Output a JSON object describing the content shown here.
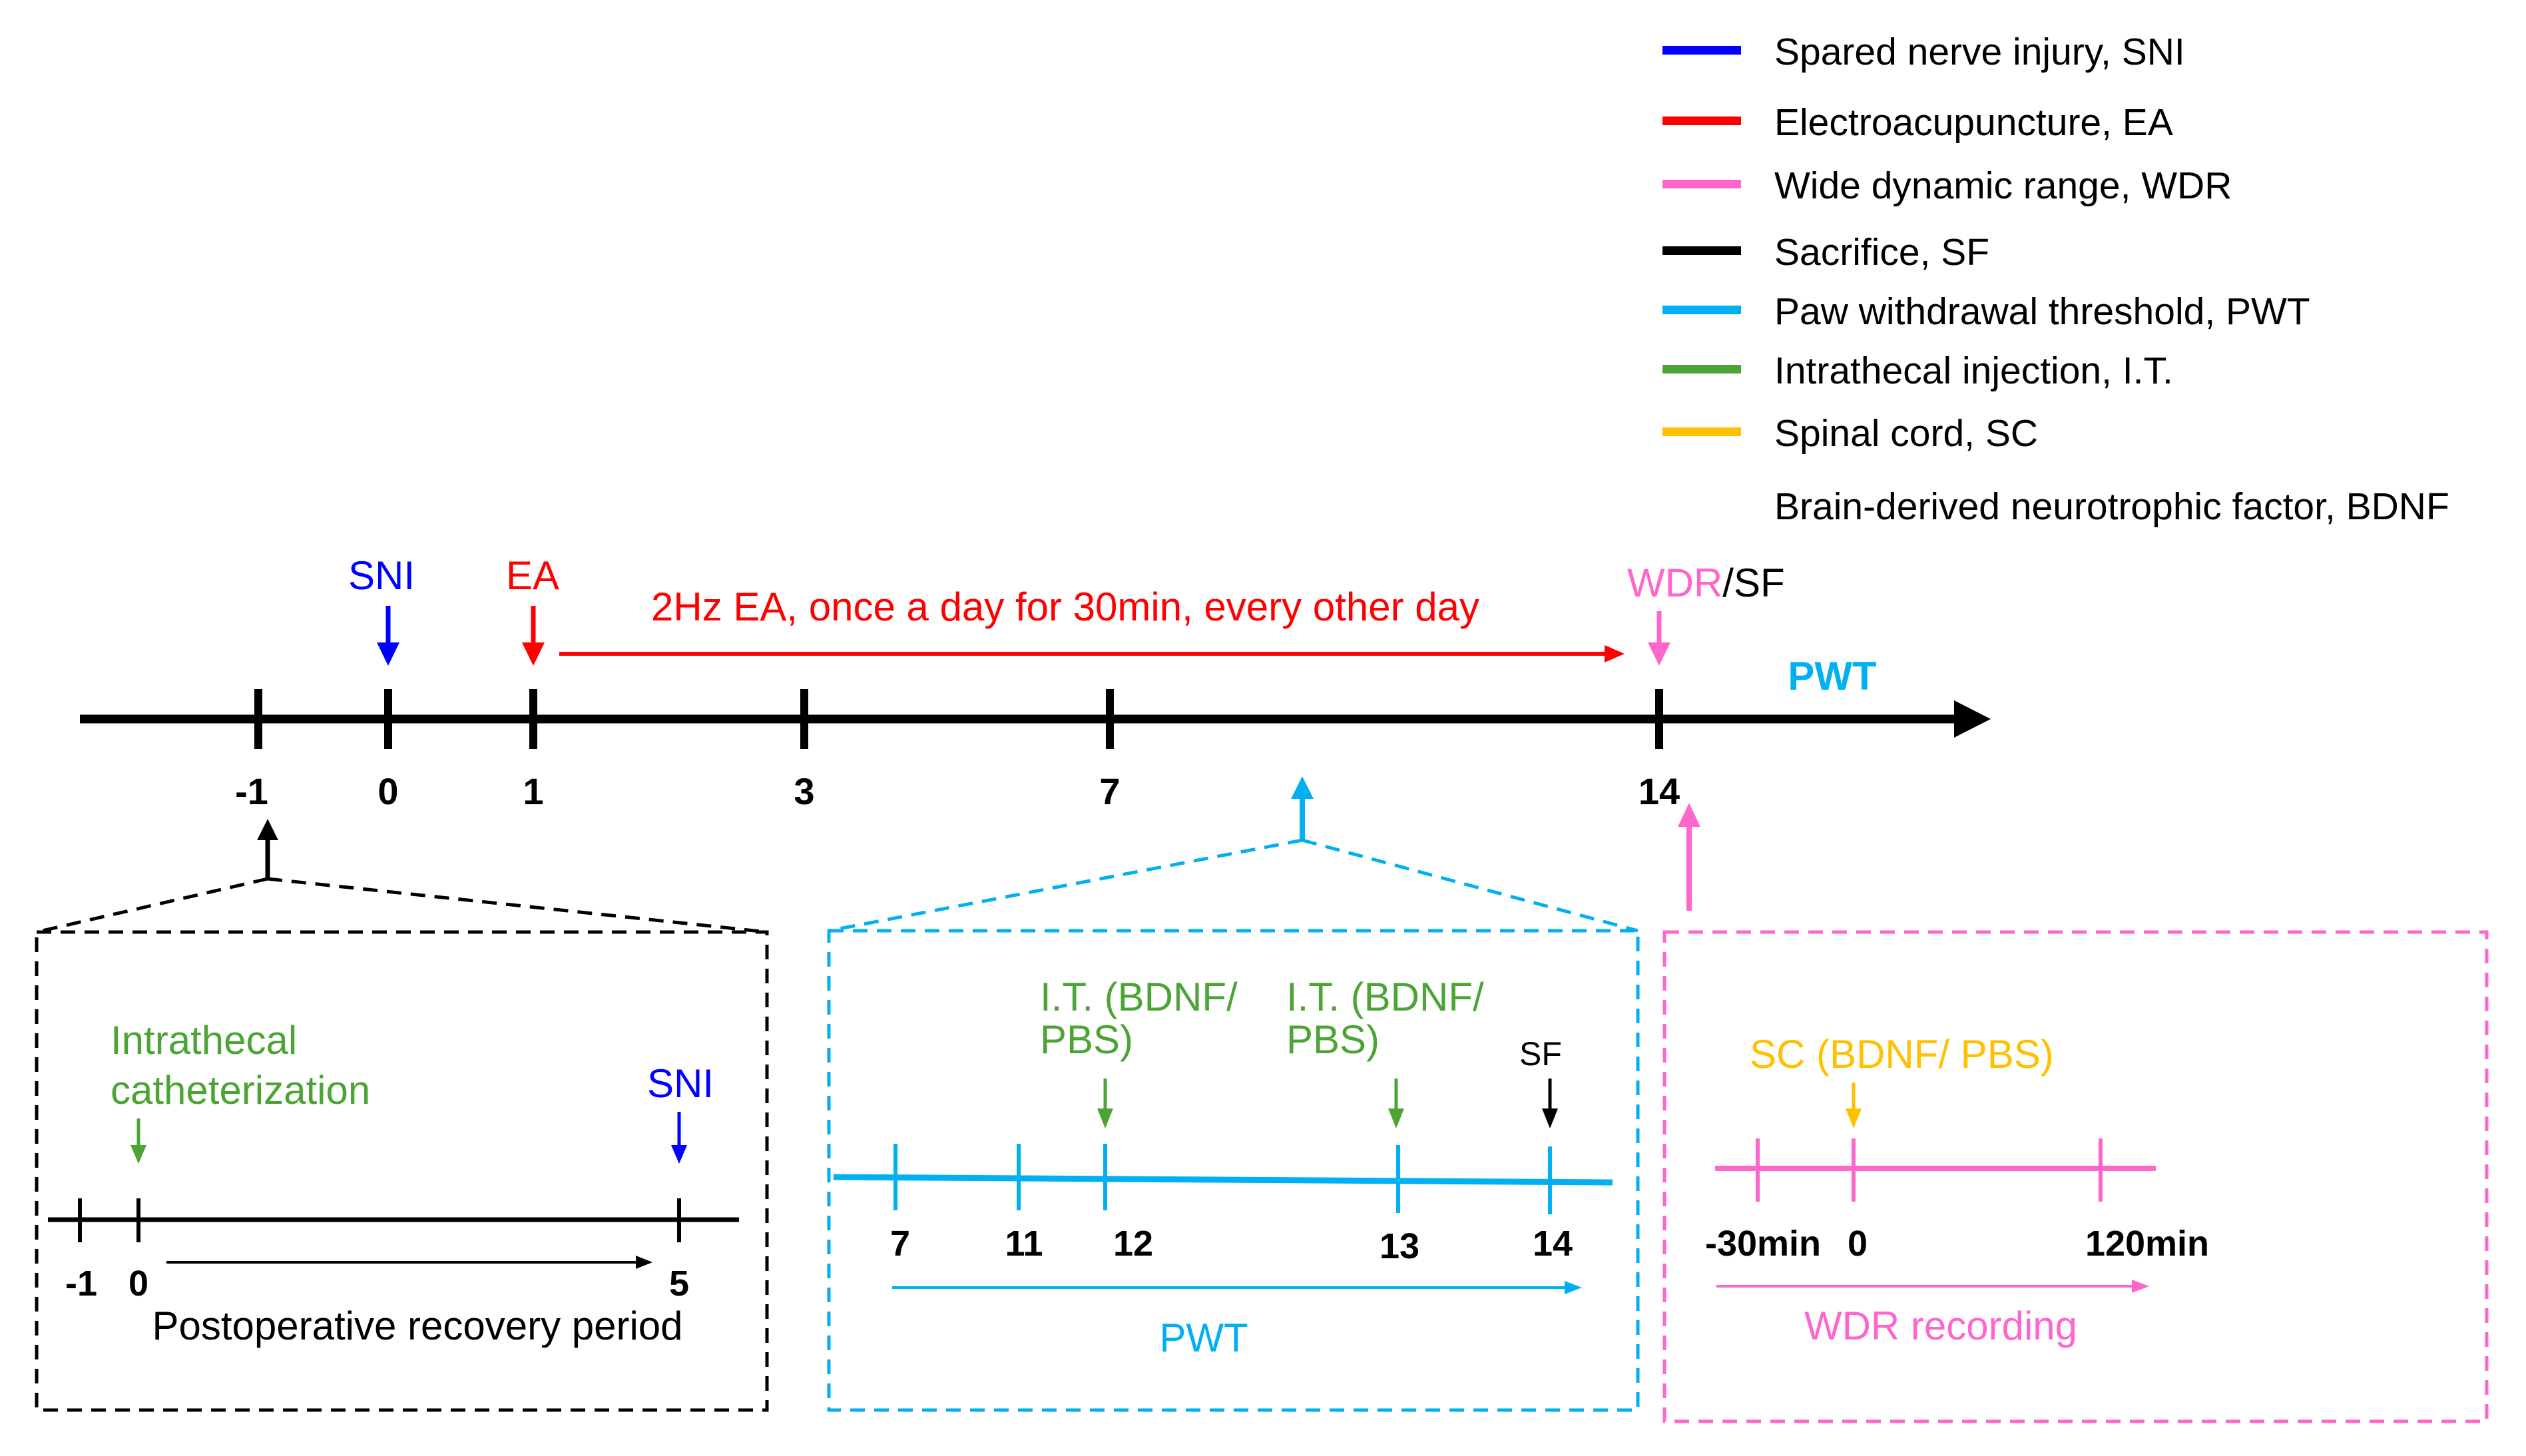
{
  "colors": {
    "blue": "#0000ff",
    "red": "#ff0000",
    "pink": "#ff66cc",
    "black": "#000000",
    "cyan": "#00b0f0",
    "green": "#4ca435",
    "orange": "#ffc000"
  },
  "legend": [
    {
      "color": "#0000ff",
      "text": "Spared nerve injury, SNI"
    },
    {
      "color": "#ff0000",
      "text": "Electroacupuncture, EA"
    },
    {
      "color": "#ff66cc",
      "text": "Wide dynamic range, WDR"
    },
    {
      "color": "#000000",
      "text": "Sacrifice, SF"
    },
    {
      "color": "#00b0f0",
      "text": "Paw withdrawal threshold, PWT"
    },
    {
      "color": "#4ca435",
      "text": "Intrathecal injection, I.T."
    },
    {
      "color": "#ffc000",
      "text": "Spinal cord, SC"
    },
    {
      "color": null,
      "text": "Brain-derived neurotrophic factor, BDNF"
    }
  ],
  "main_timeline": {
    "ticks": [
      "-1",
      "0",
      "1",
      "3",
      "7",
      "14"
    ],
    "sni_label": "SNI",
    "ea_label": "EA",
    "ea_schedule": "2Hz EA, once a day for 30min, every other day",
    "wdr_label": "WDR",
    "slash": "/",
    "sf_label": "SF",
    "pwt_label": "PWT"
  },
  "box_recovery": {
    "catheter_line1": "Intrathecal",
    "catheter_line2": "catheterization",
    "sni_label": "SNI",
    "ticks": [
      "-1",
      "0",
      "5"
    ],
    "caption": "Postoperative recovery period"
  },
  "box_pwt": {
    "it1_line1": "I.T. (BDNF/",
    "it1_line2": "PBS)",
    "it2_line1": "I.T. (BDNF/",
    "it2_line2": "PBS)",
    "sf_label": "SF",
    "ticks": [
      "7",
      "11",
      "12",
      "13",
      "14"
    ],
    "caption": "PWT"
  },
  "box_wdr": {
    "sc_label": "SC (BDNF/ PBS)",
    "ticks": [
      "-30min",
      "0",
      "120min"
    ],
    "caption": "WDR recording"
  }
}
